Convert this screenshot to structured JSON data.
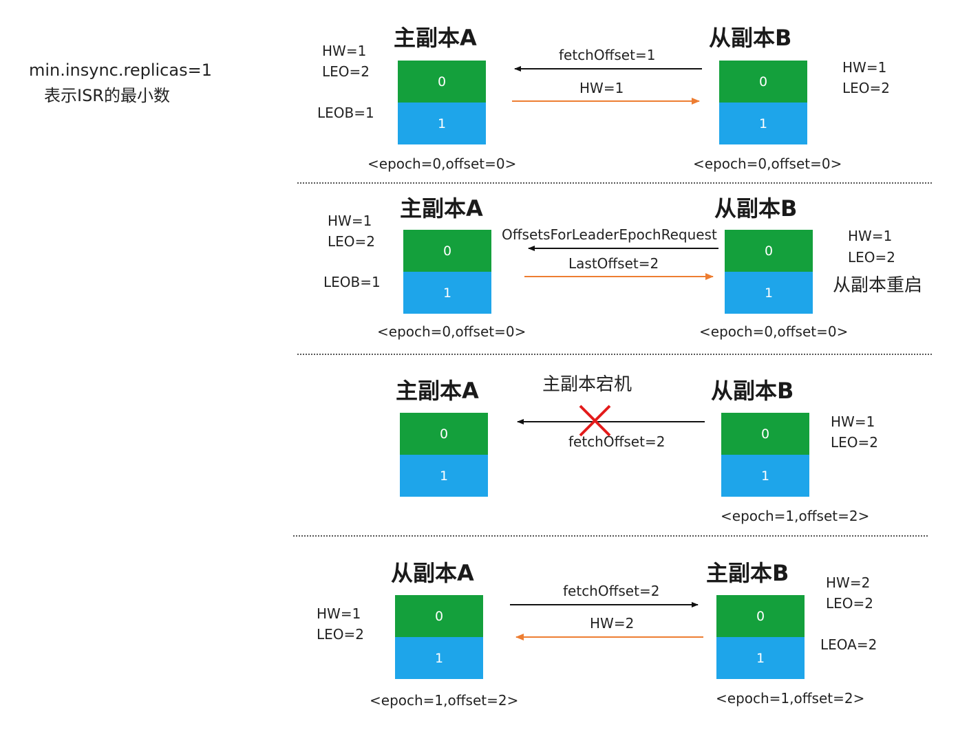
{
  "colors": {
    "leader_cell": "#14a03c",
    "follower_cell": "#1ea5ea",
    "arrow_black": "#111111",
    "arrow_orange": "#ed7d31",
    "cross": "#e31b1b"
  },
  "note": {
    "line1": "min.insync.replicas=1",
    "line2": "表示ISR的最小数"
  },
  "cells": {
    "c0": "0",
    "c1": "1"
  },
  "s1": {
    "left_title": "主副本A",
    "right_title": "从副本B",
    "left_hw": "HW=1",
    "left_leo": "LEO=2",
    "left_leob": "LEOB=1",
    "right_hw": "HW=1",
    "right_leo": "LEO=2",
    "req": "fetchOffset=1",
    "resp": "HW=1",
    "left_epoch": "<epoch=0,offset=0>",
    "right_epoch": "<epoch=0,offset=0>"
  },
  "s2": {
    "left_title": "主副本A",
    "right_title": "从副本B",
    "left_hw": "HW=1",
    "left_leo": "LEO=2",
    "left_leob": "LEOB=1",
    "right_hw": "HW=1",
    "right_leo": "LEO=2",
    "right_note": "从副本重启",
    "req": "OffsetsForLeaderEpochRequest",
    "resp": "LastOffset=2",
    "left_epoch": "<epoch=0,offset=0>",
    "right_epoch": "<epoch=0,offset=0>"
  },
  "s3": {
    "left_title": "主副本A",
    "right_title": "从副本B",
    "crash_note": "主副本宕机",
    "right_hw": "HW=1",
    "right_leo": "LEO=2",
    "req": "fetchOffset=2",
    "right_epoch": "<epoch=1,offset=2>"
  },
  "s4": {
    "left_title": "从副本A",
    "right_title": "主副本B",
    "left_hw": "HW=1",
    "left_leo": "LEO=2",
    "right_hw": "HW=2",
    "right_leo": "LEO=2",
    "right_leoa": "LEOA=2",
    "req": "fetchOffset=2",
    "resp": "HW=2",
    "left_epoch": "<epoch=1,offset=2>",
    "right_epoch": "<epoch=1,offset=2>"
  }
}
